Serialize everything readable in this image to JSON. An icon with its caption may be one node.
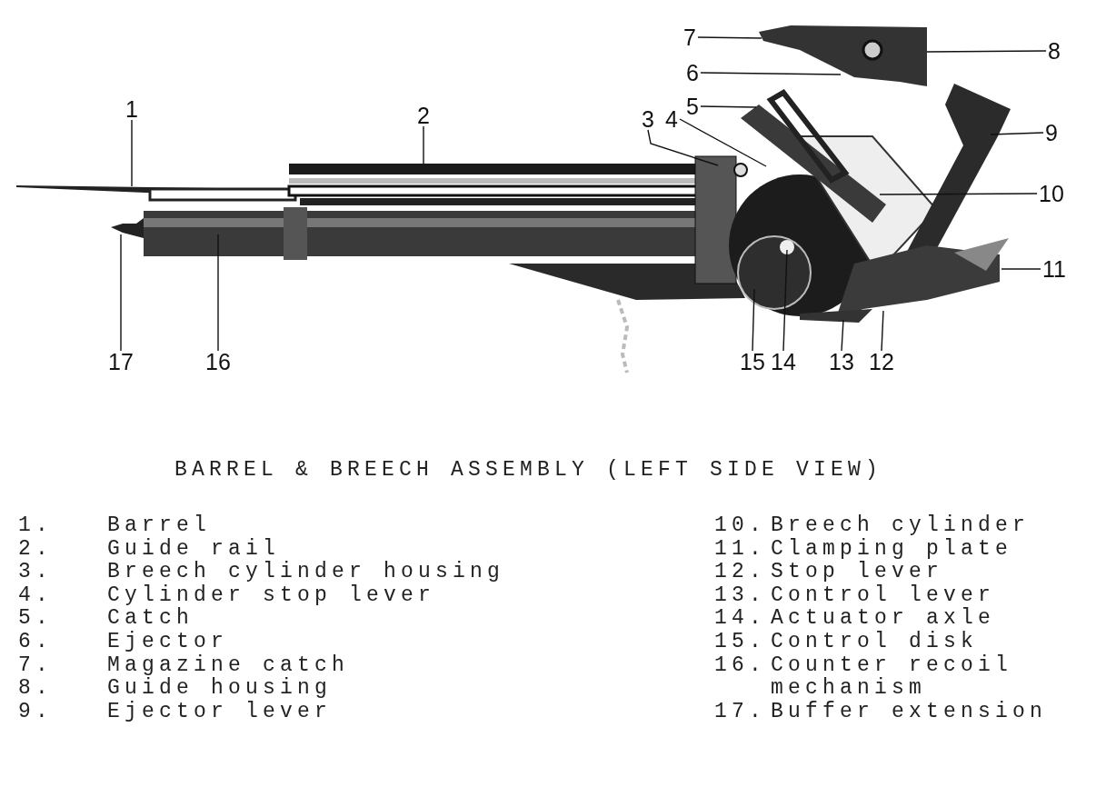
{
  "diagram": {
    "caption": "BARREL & BREECH ASSEMBLY (LEFT SIDE VIEW)",
    "nodes": [
      {
        "text": [
          "1"
        ]
      },
      {
        "text": [
          "2"
        ]
      },
      {
        "text": [
          "3"
        ]
      },
      {
        "text": [
          "4"
        ]
      },
      {
        "text": [
          "5"
        ]
      },
      {
        "text": [
          "6"
        ]
      },
      {
        "text": [
          "7"
        ]
      },
      {
        "text": [
          "8"
        ]
      },
      {
        "text": [
          "9"
        ]
      },
      {
        "text": [
          "10"
        ]
      },
      {
        "text": [
          "11"
        ]
      },
      {
        "text": [
          "12"
        ]
      },
      {
        "text": [
          "13"
        ]
      },
      {
        "text": [
          "14"
        ]
      },
      {
        "text": [
          "15"
        ]
      },
      {
        "text": [
          "16"
        ]
      },
      {
        "text": [
          "17"
        ]
      }
    ],
    "edges": [
      {
        "from": 0,
        "to": null,
        "arrow": "none"
      },
      {
        "from": 1,
        "to": null,
        "arrow": "none"
      },
      {
        "from": 2,
        "to": null,
        "arrow": "none"
      },
      {
        "from": 3,
        "to": null,
        "arrow": "none"
      },
      {
        "from": 4,
        "to": null,
        "arrow": "none"
      },
      {
        "from": 5,
        "to": null,
        "arrow": "none"
      },
      {
        "from": 6,
        "to": null,
        "arrow": "none"
      },
      {
        "from": 7,
        "to": null,
        "arrow": "none"
      },
      {
        "from": 8,
        "to": null,
        "arrow": "none"
      },
      {
        "from": 9,
        "to": null,
        "arrow": "none"
      },
      {
        "from": 10,
        "to": null,
        "arrow": "none"
      },
      {
        "from": 11,
        "to": null,
        "arrow": "none"
      },
      {
        "from": 12,
        "to": null,
        "arrow": "none"
      },
      {
        "from": 13,
        "to": null,
        "arrow": "none"
      },
      {
        "from": 14,
        "to": null,
        "arrow": "none"
      },
      {
        "from": 15,
        "to": null,
        "arrow": "none"
      },
      {
        "from": 16,
        "to": null,
        "arrow": "none"
      }
    ],
    "labels": [
      "1.",
      "Barrel",
      "2.",
      "Guide rail",
      "3.",
      "Breech cylinder housing",
      "4.",
      "Cylinder stop lever",
      "5.",
      "Catch",
      "6.",
      "Ejector",
      "7.",
      "Magazine catch",
      "8.",
      "Guide housing",
      "9.",
      "Ejector lever",
      "10.",
      "Breech cylinder",
      "11.",
      "Clamping plate",
      "12.",
      "Stop lever",
      "13.",
      "Control lever",
      "14.",
      "Actuator axle",
      "15.",
      "Control disk",
      "16.",
      "Counter recoil mechanism",
      "17.",
      "Buffer extension"
    ]
  }
}
